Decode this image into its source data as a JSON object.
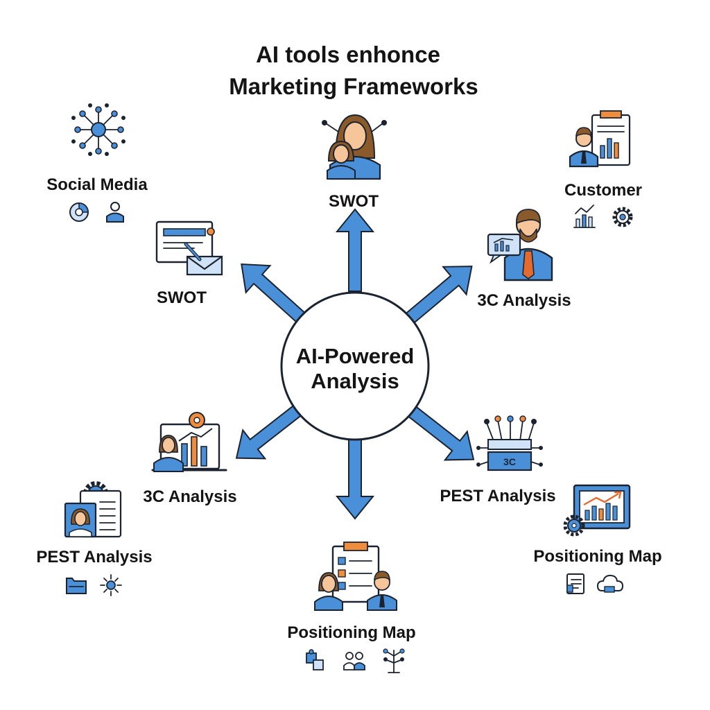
{
  "title": {
    "line1": "AI tools enhonce",
    "line2": "Marketing Frameworks"
  },
  "center": {
    "line1": "AI-Powered",
    "line2": "Analysis"
  },
  "nodes": [
    {
      "id": "social-media",
      "label": "Social Media",
      "icon": "network-node-icon",
      "small_icons": [
        "pie-chart-icon",
        "user-icon"
      ]
    },
    {
      "id": "swot-top",
      "label": "SWOT",
      "icon": "team-people-icon",
      "small_icons": []
    },
    {
      "id": "customer",
      "label": "Customer",
      "icon": "businessman-report-icon",
      "small_icons": [
        "bar-chart-icon",
        "gear-icon"
      ]
    },
    {
      "id": "swot-left",
      "label": "SWOT",
      "icon": "document-pen-icon",
      "small_icons": []
    },
    {
      "id": "3c-right",
      "label": "3C Analysis",
      "icon": "presenter-chart-icon",
      "small_icons": []
    },
    {
      "id": "3c-left",
      "label": "3C Analysis",
      "icon": "woman-dashboard-icon",
      "small_icons": []
    },
    {
      "id": "pest-right",
      "label": "PEST Analysis",
      "icon": "circuit-chip-icon",
      "small_icons": []
    },
    {
      "id": "pest-left",
      "label": "PEST Analysis",
      "icon": "profile-document-icon",
      "small_icons": [
        "folder-icon",
        "sun-icon"
      ]
    },
    {
      "id": "positioning-right",
      "label": "Positioning Map",
      "icon": "monitor-growth-icon",
      "small_icons": [
        "document-icon",
        "cloud-icon"
      ]
    },
    {
      "id": "positioning-bottom",
      "label": "Positioning Map",
      "icon": "checklist-team-icon",
      "small_icons": [
        "puzzle-icon",
        "people-icon",
        "tree-icon"
      ]
    }
  ],
  "colors": {
    "accent": "#4a90d9",
    "accent_light": "#cfe2f7",
    "ink": "#1b2330",
    "skin": "#f6c59a",
    "hair": "#8b5a2b",
    "orange": "#ef8c3e",
    "tie": "#e36b2f"
  }
}
